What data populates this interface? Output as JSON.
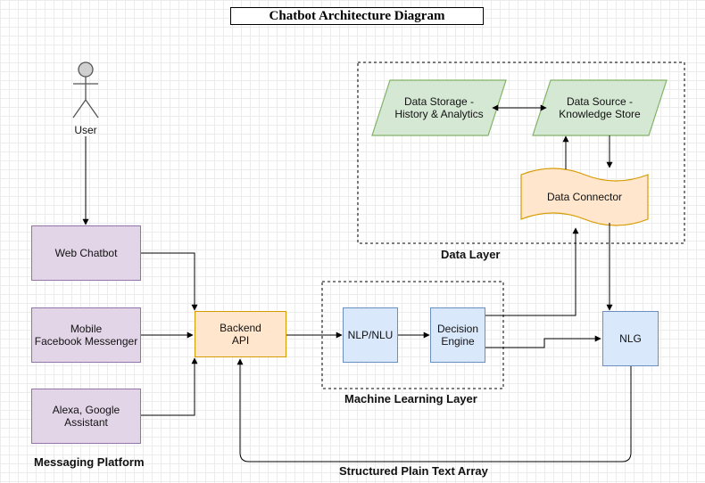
{
  "title": "Chatbot Architecture Diagram",
  "actor": {
    "label": "User"
  },
  "messaging": {
    "group_label": "Messaging Platform",
    "nodes": {
      "web": "Web Chatbot",
      "mobile": "Mobile\nFacebook Messenger",
      "alexa": "Alexa, Google\nAssistant"
    }
  },
  "backend": {
    "label": "Backend\nAPI"
  },
  "ml_layer": {
    "label": "Machine Learning Layer",
    "nlp": "NLP/NLU",
    "decision": "Decision\nEngine"
  },
  "nlg": {
    "label": "NLG"
  },
  "data_layer": {
    "label": "Data Layer",
    "storage": "Data Storage -\nHistory & Analytics",
    "source": "Data Source -\nKnowledge Store",
    "connector": "Data Connector"
  },
  "flow_label": "Structured Plain Text Array",
  "colors": {
    "purple_fill": "#e2d5e8",
    "purple_stroke": "#9673a6",
    "orange_fill": "#ffe6cc",
    "orange_stroke": "#d79b00",
    "blue_fill": "#dae8fc",
    "blue_stroke": "#6c8ebf",
    "green_fill": "#d5e8d4",
    "green_stroke": "#82b366"
  }
}
